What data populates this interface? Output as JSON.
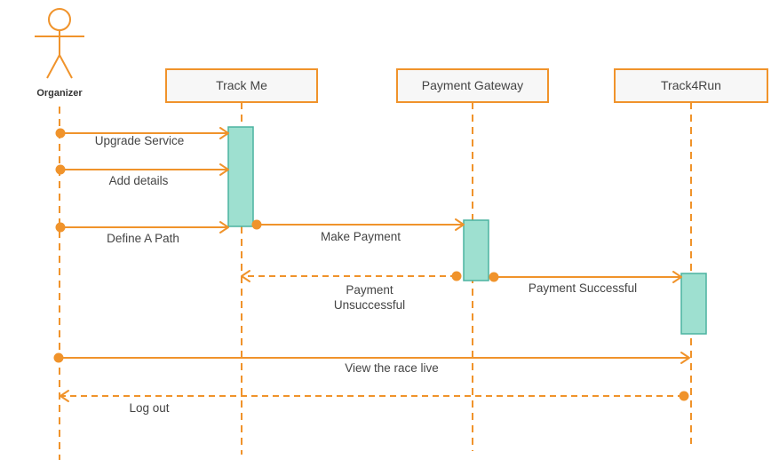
{
  "actor": {
    "label": "Organizer"
  },
  "objects": [
    {
      "id": "trackme",
      "label": "Track Me"
    },
    {
      "id": "gateway",
      "label": "Payment Gateway"
    },
    {
      "id": "track4run",
      "label": "Track4Run"
    }
  ],
  "messages": [
    {
      "label": "Upgrade Service",
      "style": "solid"
    },
    {
      "label": "Add details",
      "style": "solid"
    },
    {
      "label": "Define A Path",
      "style": "solid"
    },
    {
      "label": "Make Payment",
      "style": "solid"
    },
    {
      "label_line1": "Payment",
      "label_line2": "Unsuccessful",
      "style": "dashed"
    },
    {
      "label": "Payment Successful",
      "style": "solid"
    },
    {
      "label": "View the race live",
      "style": "solid"
    },
    {
      "label": "Log out",
      "style": "dashed"
    }
  ],
  "colors": {
    "line": "#f0932b",
    "activation_fill": "#9ee0d0",
    "activation_stroke": "#4bb3a0",
    "box_fill": "#f7f7f7",
    "text": "#444444"
  }
}
